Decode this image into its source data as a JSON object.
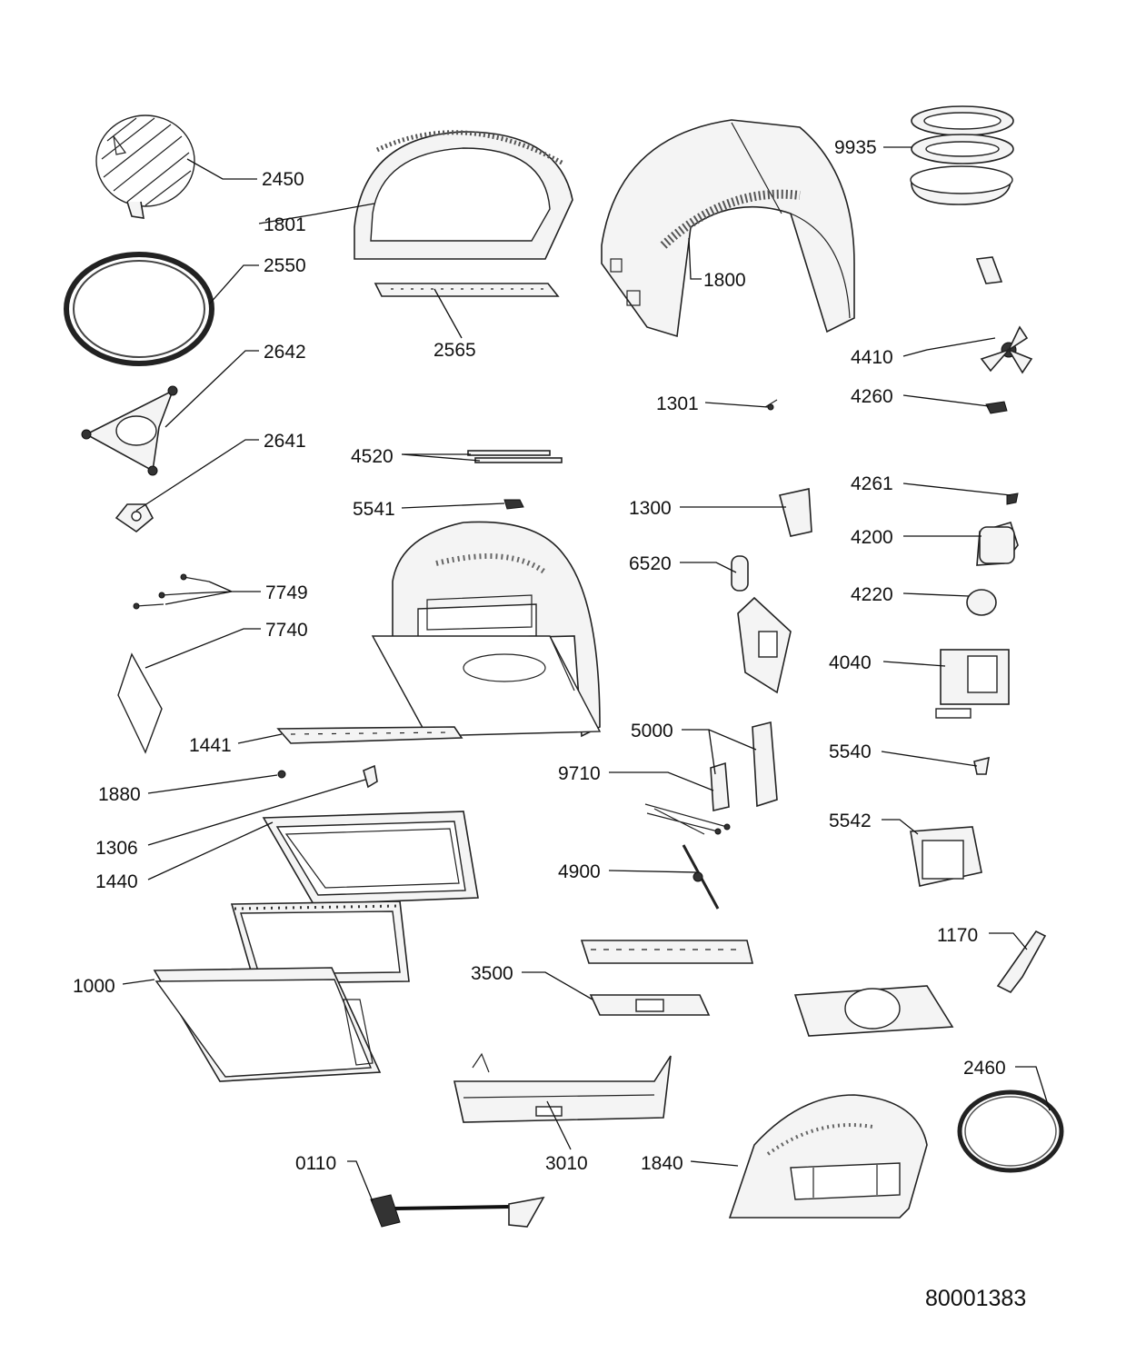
{
  "diagram_code": "80001383",
  "parts": [
    {
      "id": "2450",
      "name": "part-2450"
    },
    {
      "id": "1801",
      "name": "part-1801"
    },
    {
      "id": "2550",
      "name": "part-2550"
    },
    {
      "id": "2642",
      "name": "part-2642"
    },
    {
      "id": "2565",
      "name": "part-2565"
    },
    {
      "id": "2641",
      "name": "part-2641"
    },
    {
      "id": "4520",
      "name": "part-4520"
    },
    {
      "id": "5541",
      "name": "part-5541"
    },
    {
      "id": "7749",
      "name": "part-7749"
    },
    {
      "id": "7740",
      "name": "part-7740"
    },
    {
      "id": "1441",
      "name": "part-1441"
    },
    {
      "id": "1880",
      "name": "part-1880"
    },
    {
      "id": "1306",
      "name": "part-1306"
    },
    {
      "id": "1440",
      "name": "part-1440"
    },
    {
      "id": "1000",
      "name": "part-1000"
    },
    {
      "id": "3500",
      "name": "part-3500"
    },
    {
      "id": "0110",
      "name": "part-0110"
    },
    {
      "id": "3010",
      "name": "part-3010"
    },
    {
      "id": "1840",
      "name": "part-1840"
    },
    {
      "id": "1800",
      "name": "part-1800"
    },
    {
      "id": "1301",
      "name": "part-1301"
    },
    {
      "id": "1300",
      "name": "part-1300"
    },
    {
      "id": "6520",
      "name": "part-6520"
    },
    {
      "id": "5000",
      "name": "part-5000"
    },
    {
      "id": "9710",
      "name": "part-9710"
    },
    {
      "id": "4900",
      "name": "part-4900"
    },
    {
      "id": "9935",
      "name": "part-9935"
    },
    {
      "id": "4410",
      "name": "part-4410"
    },
    {
      "id": "4260",
      "name": "part-4260"
    },
    {
      "id": "4261",
      "name": "part-4261"
    },
    {
      "id": "4200",
      "name": "part-4200"
    },
    {
      "id": "4220",
      "name": "part-4220"
    },
    {
      "id": "4040",
      "name": "part-4040"
    },
    {
      "id": "5540",
      "name": "part-5540"
    },
    {
      "id": "5542",
      "name": "part-5542"
    },
    {
      "id": "1170",
      "name": "part-1170"
    },
    {
      "id": "2460",
      "name": "part-2460"
    }
  ]
}
